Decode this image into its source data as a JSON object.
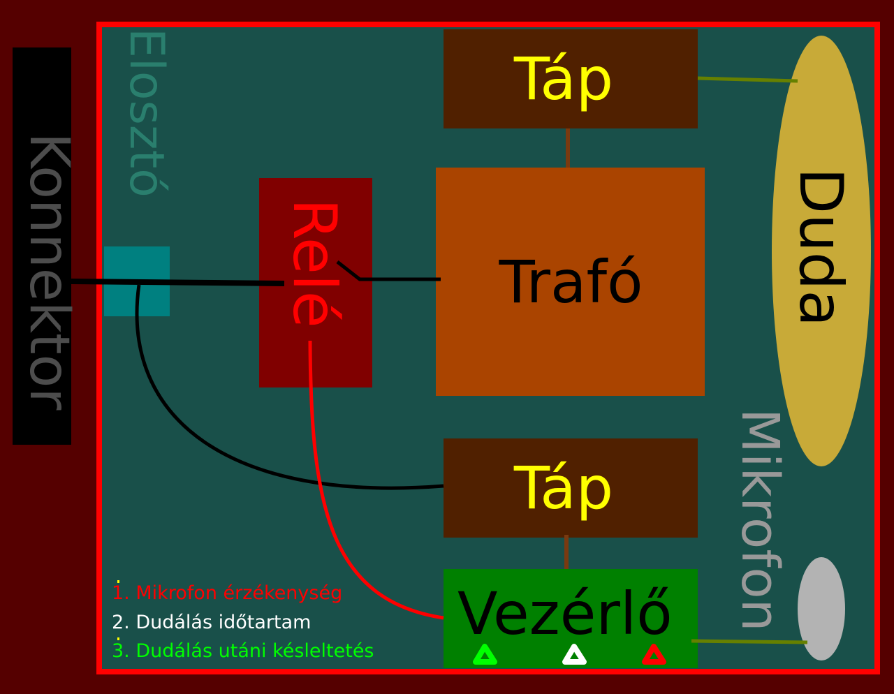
{
  "labels": {
    "konnektor": "Konnektor",
    "eloszto": "Elosztó",
    "tap_top": "Táp",
    "trafo": "Trafó",
    "rele": "Relé",
    "duda": "Duda",
    "tap_bottom": "Táp",
    "mikrofon": "Mikrofon",
    "vezerlo": "Vezérlő"
  },
  "legend": [
    {
      "text": "1. Mikrofon érzékenység",
      "color": "#ff0000"
    },
    {
      "text": "2. Dudálás időtartam",
      "color": "#ffffff"
    },
    {
      "text": "3. Dudálás utáni késleltetés",
      "color": "#00ff00"
    }
  ],
  "colors": {
    "background": "#550000",
    "board": "#19504a",
    "border": "#ff0000",
    "tap": "#502000",
    "tap_text": "#ffff00",
    "trafo": "#aa4400",
    "rele": "#800000",
    "rele_text": "#ff0000",
    "duda": "#c8aa38",
    "mikrofon_sensor": "#b3b3b3",
    "vezerlo": "#008000",
    "eloszto": "#008080"
  },
  "controls": [
    {
      "icon": "triangle-icon",
      "color": "#00ff00"
    },
    {
      "icon": "triangle-icon",
      "color": "#ffffff"
    },
    {
      "icon": "triangle-icon",
      "color": "#ff0000"
    }
  ]
}
